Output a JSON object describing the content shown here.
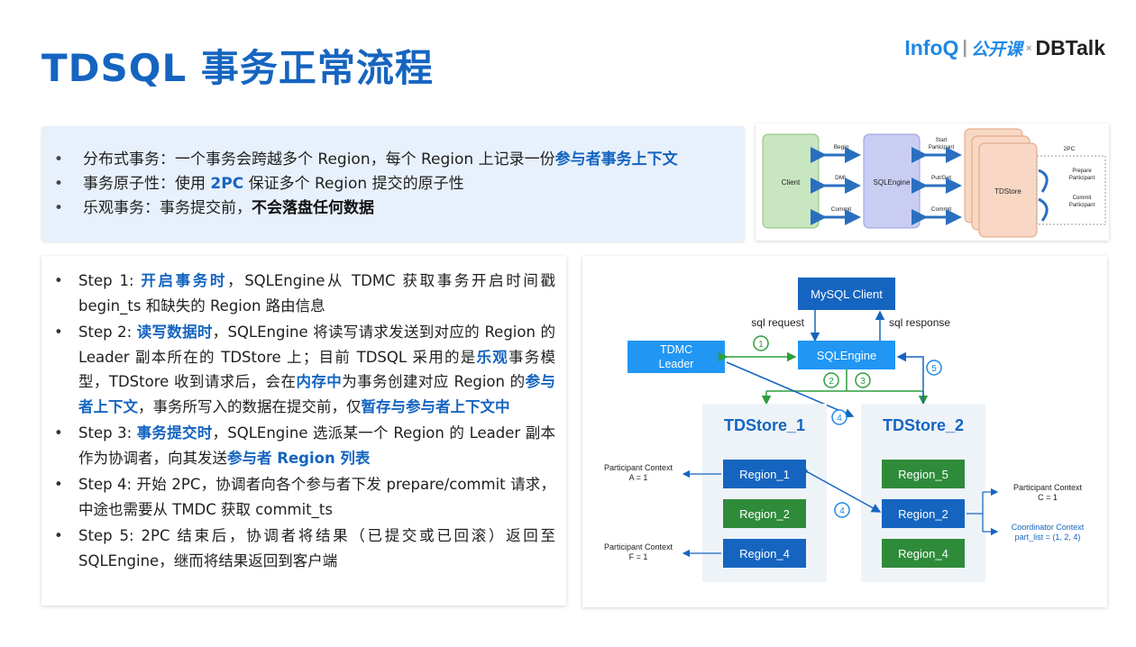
{
  "header": {
    "title": "TDSQL 事务正常流程"
  },
  "brand": {
    "infoq": "InfoQ",
    "separator": "|",
    "gongkaike": "公开课",
    "x": "×",
    "dbtalk": "DBTalk"
  },
  "summary": {
    "bullet": "•",
    "items": [
      {
        "text": "分布式事务：一个事务会跨越多个 Region，每个 Region 上记录一份",
        "bold": "参与者事务上下文"
      },
      {
        "pre": "事务原子性：使用 ",
        "bold": "2PC",
        "post": " 保证多个 Region 提交的原子性"
      },
      {
        "text": "乐观事务：事务提交前，",
        "bold": "不会落盘任何数据"
      }
    ]
  },
  "steps": [
    {
      "s1": "Step 1: ",
      "b1": "开启事务时",
      "s2": "，SQLEngine从 TDMC 获取事务开启时间戳 begin_ts 和缺失的 Region 路由信息"
    },
    {
      "s1": "Step 2: ",
      "b1": "读写数据时",
      "s2": "，SQLEngine 将读写请求发送到对应的 Region 的 Leader 副本所在的 TDStore 上；目前 TDSQL 采用的是",
      "b2": "乐观",
      "s3": "事务模型，TDStore 收到请求后，会在",
      "b3": "内存中",
      "s4": "为事务创建对应 Region 的",
      "b4": "参与者上下文",
      "s5": "，事务所写入的数据在提交前，仅",
      "b5": "暂存与参与者上下文中"
    },
    {
      "s1": "Step 3: ",
      "b1": "事务提交时",
      "s2": "，SQLEngine 选派某一个 Region 的 Leader 副本作为协调者，向其发送",
      "b2": "参与者 Region 列表"
    },
    {
      "s1": "Step 4: 开始 2PC，协调者向各个参与者下发 prepare/commit 请求，中途也需要从 TMDC 获取 commit_ts"
    },
    {
      "s1": "Step 5: 2PC 结束后，协调者将结果（已提交或已回滚）返回至 SQLEngine，继而将结果返回到客户端"
    }
  ],
  "small_diagram": {
    "client": "Client",
    "sqlengine": "SQLEngine",
    "tdstore": "TDStore",
    "left_arrows": [
      "Begin",
      "DML",
      "Commit"
    ],
    "right_arrows": [
      "Start",
      "Participant",
      "Put/Get",
      "Commit"
    ],
    "pc_title": "2PC",
    "prepare": [
      "Prepare",
      "Participant"
    ],
    "commit": [
      "Commit",
      "Participant"
    ]
  },
  "big_diagram": {
    "mysql_client": "MySQL Client",
    "sql_request": "sql request",
    "sql_response": "sql response",
    "tdmc": [
      "TDMC",
      "Leader"
    ],
    "sqlengine": "SQLEngine",
    "tdstore_1": "TDStore_1",
    "tdstore_2": "TDStore_2",
    "store1_regions": [
      "Region_1",
      "Region_2",
      "Region_4"
    ],
    "store2_regions": [
      "Region_5",
      "Region_2",
      "Region_4"
    ],
    "steps": [
      "1",
      "2",
      "3",
      "4",
      "5",
      "4"
    ],
    "ctx_a": [
      "Participant Context",
      "A = 1"
    ],
    "ctx_f": [
      "Participant Context",
      "F = 1"
    ],
    "ctx_c": [
      "Participant Context",
      "C = 1"
    ],
    "coord": [
      "Coordinator Context",
      "part_list = (1, 2, 4)"
    ]
  },
  "colors": {
    "brand_blue": "#1565c0",
    "region_blue": "#1565c0",
    "region_green": "#2e8b3a",
    "step_green": "#2e9e3c",
    "step_blue": "#1e88e5",
    "tdmc_blue": "#2196f3"
  }
}
